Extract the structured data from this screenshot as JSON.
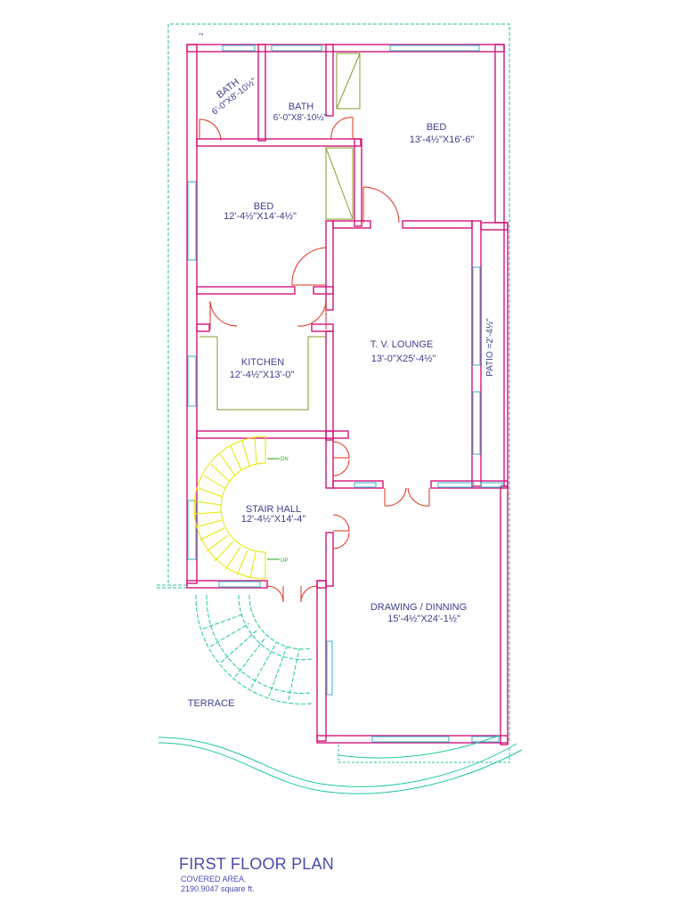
{
  "title": "FIRST FLOOR PLAN",
  "covered_area_label": "COVERED AREA.",
  "covered_area_value": "2190.9047 square ft.",
  "rooms": {
    "bath_left": {
      "name": "BATH",
      "size": "6'-0\"X8'-10½\""
    },
    "bath_mid": {
      "name": "BATH",
      "size": "6'-0\"X8'-10½\""
    },
    "bed_right": {
      "name": "BED",
      "size": "13'-4½\"X16'-6\""
    },
    "bed_left": {
      "name": "BED",
      "size": "12'-4½\"X14'-4½\""
    },
    "tv_lounge": {
      "name": "T. V. LOUNGE",
      "size": "13'-0\"X25'-4½\""
    },
    "kitchen": {
      "name": "KITCHEN",
      "size": "12'-4½\"X13'-0\""
    },
    "patio": {
      "label": "PATIO =2'-4½\""
    },
    "stair_hall": {
      "name": "STAIR HALL",
      "size": "12'-4½\"X14'-4\""
    },
    "drawing": {
      "name": "DRAWING / DINNING",
      "size": "15'-4½\"X24'-1½\""
    },
    "terrace": {
      "name": "TERRACE"
    }
  },
  "stair_labels": {
    "down": "DN",
    "up": "UP"
  },
  "colors": {
    "wall": "#d4147c",
    "window": "#2fb6c8",
    "door": "#e0301e",
    "stair": "#e6e600",
    "terrace": "#1fc8a0",
    "boundary": "#2bbf9a",
    "text": "#3f3f8f",
    "fixture": "#8a9a2a"
  }
}
